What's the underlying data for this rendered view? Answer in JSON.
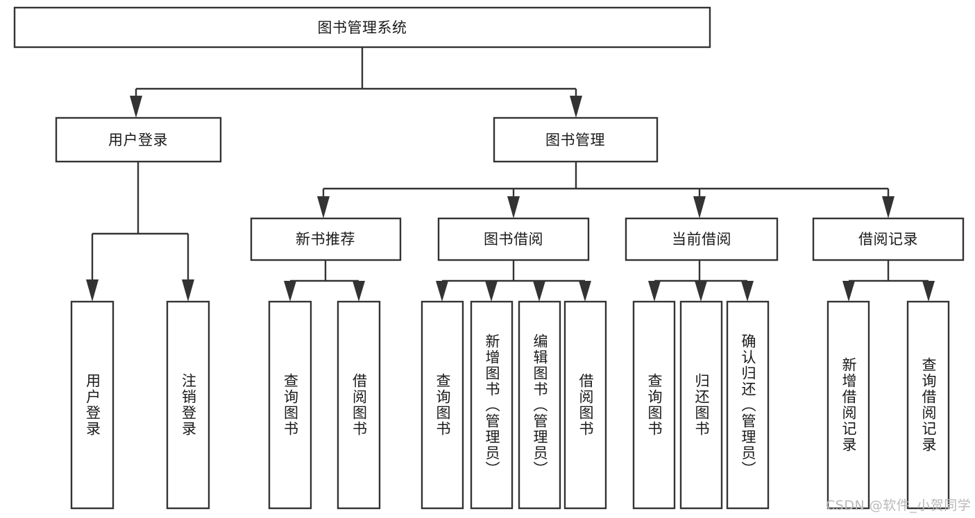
{
  "diagram": {
    "type": "tree",
    "title": "图书管理系统",
    "root": {
      "id": "root",
      "label": "图书管理系统",
      "orientation": "horizontal"
    },
    "level2": [
      {
        "id": "user-login",
        "label": "用户登录",
        "orientation": "horizontal"
      },
      {
        "id": "book-manage",
        "label": "图书管理",
        "orientation": "horizontal"
      }
    ],
    "level3": [
      {
        "id": "new-book-rec",
        "label": "新书推荐",
        "orientation": "horizontal",
        "parent": "book-manage"
      },
      {
        "id": "book-borrow",
        "label": "图书借阅",
        "orientation": "horizontal",
        "parent": "book-manage"
      },
      {
        "id": "current-borrow",
        "label": "当前借阅",
        "orientation": "horizontal",
        "parent": "book-manage"
      },
      {
        "id": "borrow-record",
        "label": "借阅记录",
        "orientation": "horizontal",
        "parent": "book-manage"
      }
    ],
    "leaves": [
      {
        "id": "leaf-user-login",
        "label": "用户登录",
        "orientation": "vertical",
        "parent": "user-login"
      },
      {
        "id": "leaf-user-logout",
        "label": "注销登录",
        "orientation": "vertical",
        "parent": "user-login"
      },
      {
        "id": "leaf-query-book-1",
        "label": "查询图书",
        "orientation": "vertical",
        "parent": "new-book-rec"
      },
      {
        "id": "leaf-borrow-book-1",
        "label": "借阅图书",
        "orientation": "vertical",
        "parent": "new-book-rec"
      },
      {
        "id": "leaf-query-book-2",
        "label": "查询图书",
        "orientation": "vertical",
        "parent": "book-borrow"
      },
      {
        "id": "leaf-add-book",
        "label": "新增图书（管理员）",
        "orientation": "vertical",
        "parent": "book-borrow"
      },
      {
        "id": "leaf-edit-book",
        "label": "编辑图书（管理员）",
        "orientation": "vertical",
        "parent": "book-borrow"
      },
      {
        "id": "leaf-borrow-book-2",
        "label": "借阅图书",
        "orientation": "vertical",
        "parent": "book-borrow"
      },
      {
        "id": "leaf-query-book-3",
        "label": "查询图书",
        "orientation": "vertical",
        "parent": "current-borrow"
      },
      {
        "id": "leaf-return-book",
        "label": "归还图书",
        "orientation": "vertical",
        "parent": "current-borrow"
      },
      {
        "id": "leaf-confirm-return",
        "label": "确认归还（管理员）",
        "orientation": "vertical",
        "parent": "current-borrow"
      },
      {
        "id": "leaf-add-record",
        "label": "新增借阅记录",
        "orientation": "vertical",
        "parent": "borrow-record"
      },
      {
        "id": "leaf-query-record",
        "label": "查询借阅记录",
        "orientation": "vertical",
        "parent": "borrow-record"
      }
    ],
    "colors": {
      "box_stroke": "#333333",
      "box_fill": "#ffffff",
      "text": "#1a1a1a",
      "connector": "#333333",
      "watermark": "#b9b9b9",
      "background": "#ffffff"
    }
  },
  "watermark": {
    "text": "CSDN @软件_小贺同学"
  }
}
